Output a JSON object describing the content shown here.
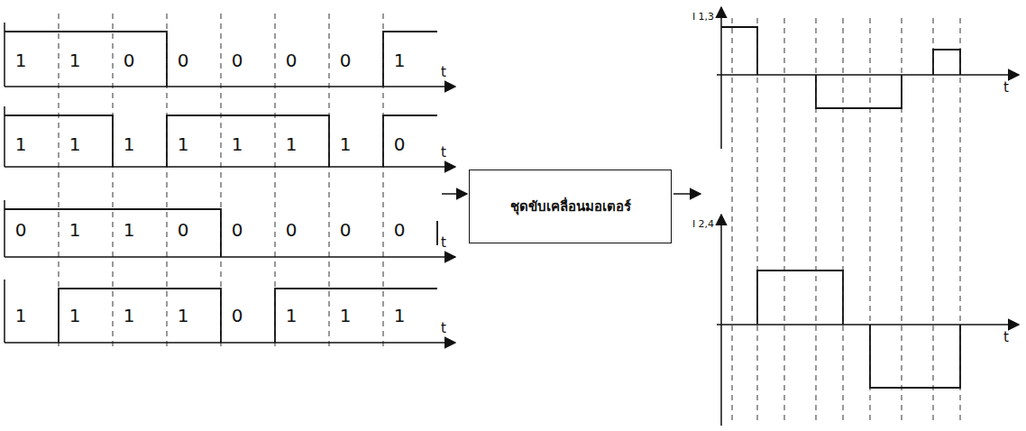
{
  "diagram": {
    "nodes": [
      {
        "text": [
          "ชุดขับเคลื่อนมอเตอร์"
        ]
      }
    ],
    "labels": [
      "1",
      "1",
      "0",
      "0",
      "0",
      "0",
      "0",
      "1",
      "t",
      "1",
      "1",
      "1",
      "1",
      "1",
      "1",
      "1",
      "0",
      "t",
      "0",
      "1",
      "1",
      "0",
      "0",
      "0",
      "0",
      "0",
      "t",
      "1",
      "1",
      "1",
      "1",
      "0",
      "1",
      "1",
      "1",
      "t",
      "I 1,3",
      "t",
      "I 2,4",
      "t"
    ]
  }
}
